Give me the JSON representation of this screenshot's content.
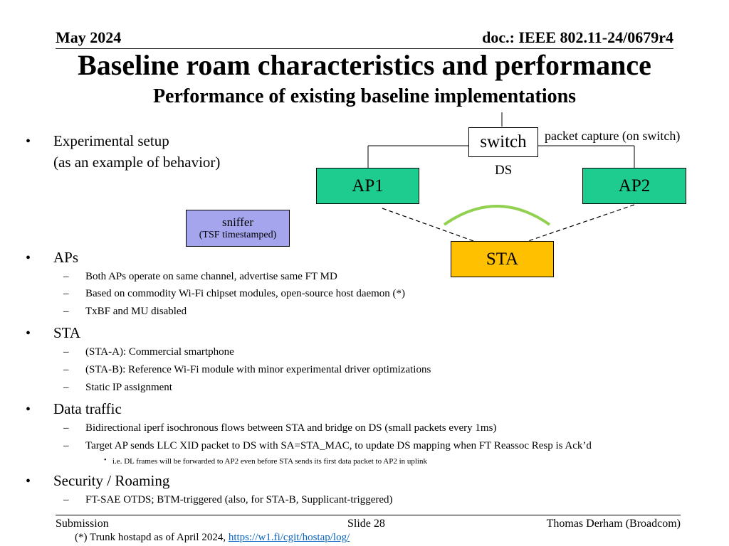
{
  "header": {
    "date": "May 2024",
    "doc": "doc.: IEEE 802.11-24/0679r4"
  },
  "title": "Baseline roam characteristics and performance",
  "subtitle": "Performance of existing baseline implementations",
  "setup": {
    "line1": "Experimental setup",
    "line2": "(as an example of behavior)"
  },
  "diagram": {
    "switch": "switch",
    "packet_capture": "packet capture (on switch)",
    "ds": "DS",
    "ap1": "AP1",
    "ap2": "AP2",
    "sniffer": "sniffer",
    "sniffer_note": "(TSF timestamped)",
    "sta": "STA",
    "colors": {
      "ap_fill": "#1fcc8f",
      "sniffer_fill": "#a5a5ee",
      "sta_fill": "#ffc000",
      "roam_arc": "#92d050"
    }
  },
  "sections": [
    {
      "title": "APs",
      "items": [
        "Both APs operate on same channel, advertise same FT MD",
        "Based on commodity Wi-Fi chipset modules, open-source host daemon (*)",
        "TxBF and MU disabled"
      ]
    },
    {
      "title": "STA",
      "items": [
        "(STA-A): Commercial smartphone",
        "(STA-B): Reference Wi-Fi module with minor experimental driver optimizations",
        "Static IP assignment"
      ]
    },
    {
      "title": "Data traffic",
      "items": [
        "Bidirectional iperf isochronous flows between STA and bridge on DS (small packets every 1ms)",
        "Target AP sends LLC XID packet to DS with SA=STA_MAC, to update DS mapping when FT Reassoc Resp is Ack’d"
      ],
      "subitem": "i.e.  DL frames will be forwarded to AP2 even before STA sends its first data packet to AP2 in uplink"
    },
    {
      "title": "Security / Roaming",
      "items": [
        "FT-SAE OTDS; BTM-triggered (also, for STA-B, Supplicant-triggered)"
      ]
    }
  ],
  "footer": {
    "left": "Submission",
    "center": "Slide 28",
    "right": "Thomas Derham (Broadcom)",
    "note_prefix": "(*) Trunk hostapd as of April 2024, ",
    "note_link": "https://w1.fi/cgit/hostap/log/"
  }
}
